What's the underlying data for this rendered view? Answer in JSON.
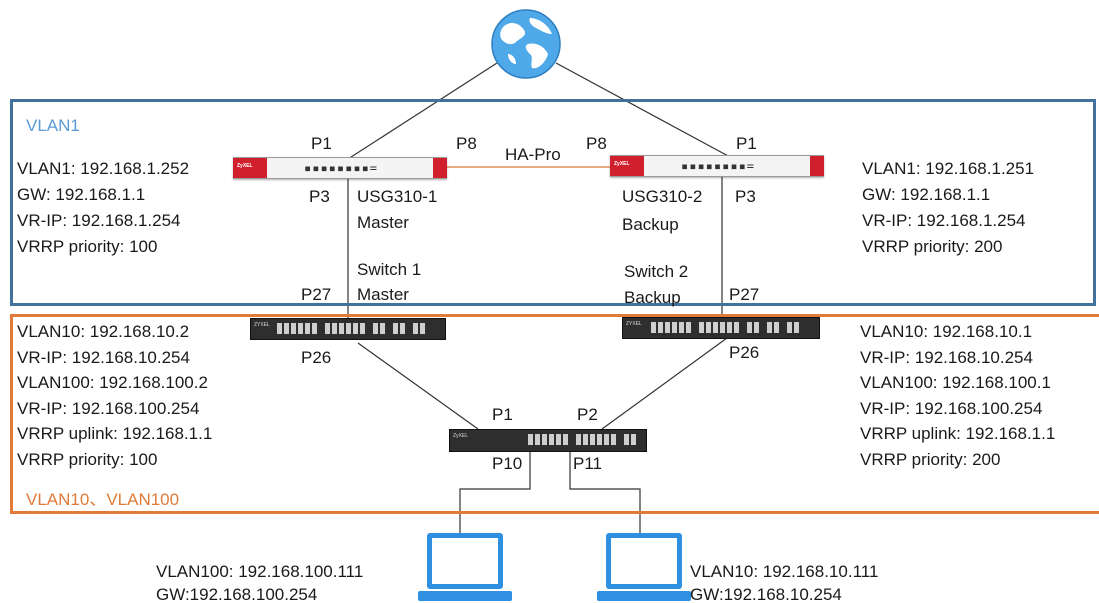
{
  "zones": {
    "vlan1": {
      "label": "VLAN1",
      "color": "#41719c"
    },
    "vlan10_100": {
      "label": "VLAN10、VLAN100",
      "color": "#e07b39"
    }
  },
  "links": {
    "ha_label": "HA-Pro",
    "ha_color": "#e07b39"
  },
  "usg1": {
    "name": "USG310-1",
    "role": "Master",
    "port_up": "P1",
    "port_ha": "P8",
    "port_down": "P3",
    "info": [
      "VLAN1: 192.168.1.252",
      "GW: 192.168.1.1",
      "VR-IP: 192.168.1.254",
      "VRRP priority: 100"
    ]
  },
  "usg2": {
    "name": "USG310-2",
    "role": "Backup",
    "port_up": "P1",
    "port_ha": "P8",
    "port_down": "P3",
    "info": [
      "VLAN1: 192.168.1.251",
      "GW: 192.168.1.1",
      "VR-IP: 192.168.1.254",
      "VRRP priority: 200"
    ]
  },
  "switch1": {
    "name": "Switch 1",
    "role": "Master",
    "port_up": "P27",
    "port_down": "P26",
    "info": [
      "VLAN10: 192.168.10.2",
      "VR-IP: 192.168.10.254",
      "VLAN100: 192.168.100.2",
      "VR-IP: 192.168.100.254",
      "VRRP uplink: 192.168.1.1",
      "VRRP priority: 100"
    ]
  },
  "switch2": {
    "name": "Switch 2",
    "role": "Backup",
    "port_up": "P27",
    "port_down": "P26",
    "info": [
      "VLAN10: 192.168.10.1",
      "VR-IP: 192.168.10.254",
      "VLAN100: 192.168.100.1",
      "VR-IP: 192.168.100.254",
      "VRRP uplink: 192.168.1.1",
      "VRRP priority: 200"
    ]
  },
  "access_switch": {
    "port_p1": "P1",
    "port_p2": "P2",
    "port_p10": "P10",
    "port_p11": "P11"
  },
  "pc_left": {
    "info": [
      "VLAN100: 192.168.100.111",
      "GW:192.168.100.254"
    ]
  },
  "pc_right": {
    "info": [
      "VLAN10: 192.168.10.111",
      "GW:192.168.10.254"
    ]
  },
  "icons": {
    "internet": "globe-icon",
    "firewall": "firewall-icon",
    "switch": "switch-icon",
    "laptop": "laptop-icon"
  }
}
